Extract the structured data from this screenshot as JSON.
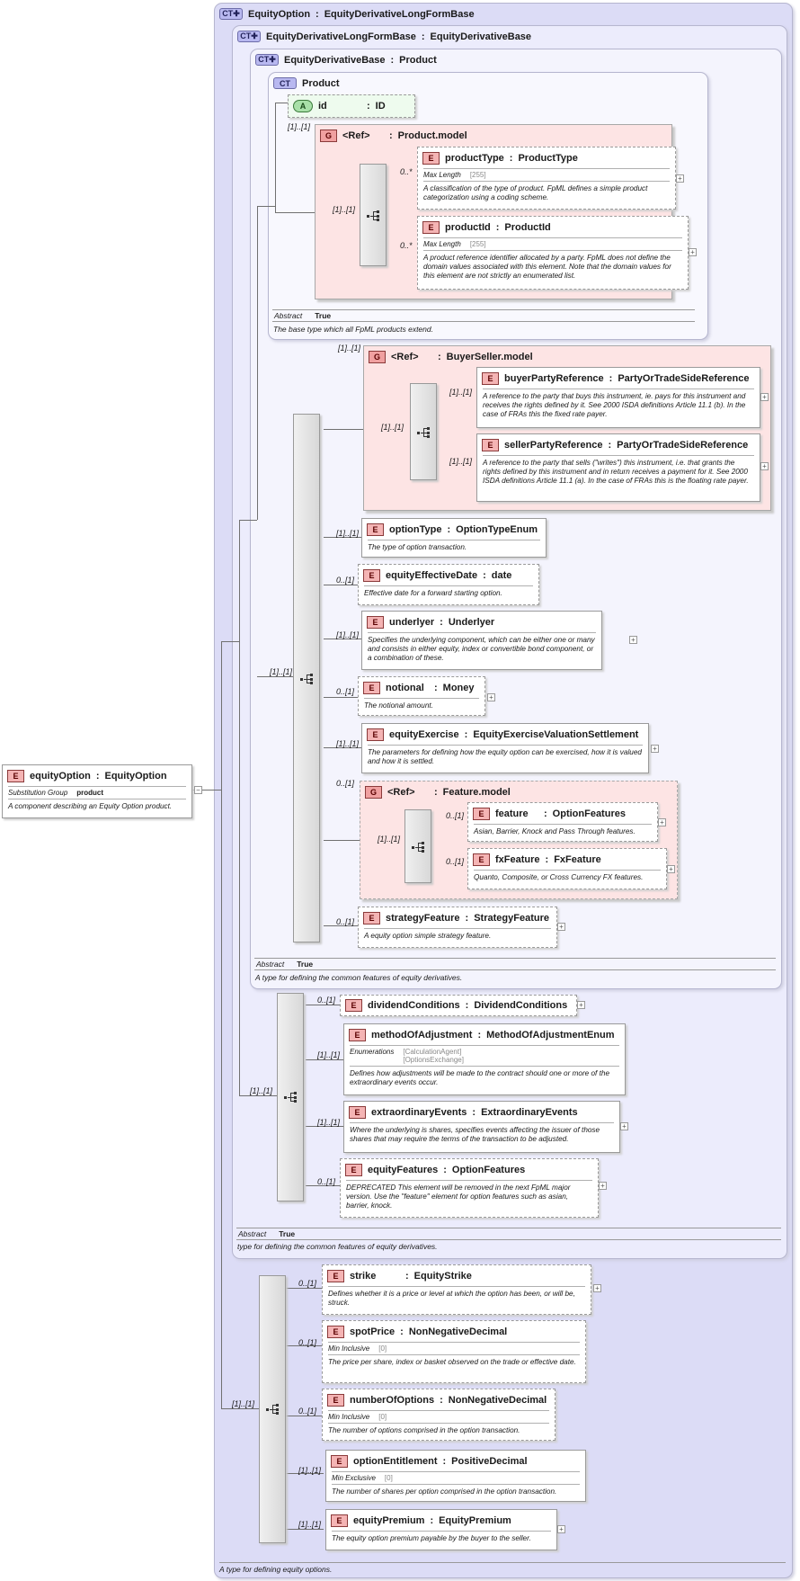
{
  "root": {
    "badge": "E",
    "name": "equityOption",
    "type": "EquityOption",
    "sg_label": "Substitution Group",
    "sg_value": "product",
    "doc": "A component describing an Equity Option product."
  },
  "ct_badge": "CT",
  "ct_badge_ext": "CT✚",
  "ct1": {
    "title": "EquityOption",
    "base": "EquityDerivativeLongFormBase",
    "doc": "A type for defining equity options."
  },
  "ct2": {
    "title": "EquityDerivativeLongFormBase",
    "base": "EquityDerivativeBase",
    "abstract_label": "Abstract",
    "abstract_value": "True",
    "doc": "type for defining the common features of equity derivatives."
  },
  "ct3": {
    "title": "EquityDerivativeBase",
    "base": "Product",
    "abstract_label": "Abstract",
    "abstract_value": "True",
    "doc": "A type for defining the common features of equity derivatives."
  },
  "ct4": {
    "title": "Product",
    "abstract_label": "Abstract",
    "abstract_value": "True",
    "doc": "The base type which all FpML products extend."
  },
  "attr_id": {
    "badge": "A",
    "name": "id",
    "type": "ID"
  },
  "e_badge": "E",
  "g_badge": "G",
  "colon": ":",
  "ref": "<Ref>",
  "c": {
    "one": "[1]..[1]",
    "zero_one": "0..[1]",
    "zero_many": "0..*",
    "zero_one_b": "0..[1]"
  },
  "product_model": {
    "name": "Product.model"
  },
  "productType": {
    "name": "productType",
    "type": "ProductType",
    "facet": "Max Length",
    "facet_val": "[255]",
    "doc": "A classification of the type of product. FpML defines a simple product categorization using a coding scheme."
  },
  "productId": {
    "name": "productId",
    "type": "ProductId",
    "facet": "Max Length",
    "facet_val": "[255]",
    "doc": "A product reference identifier allocated by a party. FpML does not define the domain values associated with this element. Note that the domain values for this element are not strictly an enumerated list."
  },
  "buyer_seller": {
    "name": "BuyerSeller.model"
  },
  "buyerPartyReference": {
    "name": "buyerPartyReference",
    "type": "PartyOrTradeSideReference",
    "doc": "A reference to the party that buys this instrument, ie. pays for this instrument and receives the rights defined by it. See 2000 ISDA definitions Article 11.1 (b). In the case of FRAs this the fixed rate payer."
  },
  "sellerPartyReference": {
    "name": "sellerPartyReference",
    "type": "PartyOrTradeSideReference",
    "doc": "A reference to the party that sells (\"writes\") this instrument, i.e. that grants the rights defined by this instrument and in return receives a payment for it. See 2000 ISDA definitions Article 11.1 (a). In the case of FRAs this is the floating rate payer."
  },
  "optionType": {
    "name": "optionType",
    "type": "OptionTypeEnum",
    "doc": "The type of option transaction."
  },
  "equityEffectiveDate": {
    "name": "equityEffectiveDate",
    "type": "date",
    "doc": "Effective date for a forward starting option."
  },
  "underlyer": {
    "name": "underlyer",
    "type": "Underlyer",
    "doc": "Specifies the underlying component, which can be either one or many and consists in either equity, index or convertible bond component, or a combination of these."
  },
  "notional": {
    "name": "notional",
    "type": "Money",
    "doc": "The notional amount."
  },
  "equityExercise": {
    "name": "equityExercise",
    "type": "EquityExerciseValuationSettlement",
    "doc": "The parameters for defining how the equity option can be exercised, how it is valued and how it is settled."
  },
  "feature_model": {
    "name": "Feature.model"
  },
  "feature": {
    "name": "feature",
    "type": "OptionFeatures",
    "doc": "Asian, Barrier, Knock and Pass Through features."
  },
  "fxFeature": {
    "name": "fxFeature",
    "type": "FxFeature",
    "doc": "Quanto, Composite, or Cross Currency FX features."
  },
  "strategyFeature": {
    "name": "strategyFeature",
    "type": "StrategyFeature",
    "doc": "A equity option simple strategy feature."
  },
  "dividendConditions": {
    "name": "dividendConditions",
    "type": "DividendConditions"
  },
  "methodOfAdjustment": {
    "name": "methodOfAdjustment",
    "type": "MethodOfAdjustmentEnum",
    "facet": "Enumerations",
    "facet_val1": "[CalculationAgent]",
    "facet_val2": "[OptionsExchange]",
    "doc": "Defines how adjustments will be made to the contract should one or more of the extraordinary events occur."
  },
  "extraordinaryEvents": {
    "name": "extraordinaryEvents",
    "type": "ExtraordinaryEvents",
    "doc": "Where the underlying is shares, specifies events affecting the issuer of those shares that may require the terms of the transaction to be adjusted."
  },
  "equityFeatures": {
    "name": "equityFeatures",
    "type": "OptionFeatures",
    "doc": "DEPRECATED This element will be removed in the next FpML major version. Use the \"feature\" element for option features such as asian, barrier, knock."
  },
  "strike": {
    "name": "strike",
    "type": "EquityStrike",
    "doc": "Defines whether it is a price or level at which the option has been, or will be, struck."
  },
  "spotPrice": {
    "name": "spotPrice",
    "type": "NonNegativeDecimal",
    "facet": "Min Inclusive",
    "facet_val": "[0]",
    "doc": "The price per share, index or basket observed on the trade or effective date."
  },
  "numberOfOptions": {
    "name": "numberOfOptions",
    "type": "NonNegativeDecimal",
    "facet": "Min Inclusive",
    "facet_val": "[0]",
    "doc": "The number of options comprised in the option transaction."
  },
  "optionEntitlement": {
    "name": "optionEntitlement",
    "type": "PositiveDecimal",
    "facet": "Min Exclusive",
    "facet_val": "[0]",
    "doc": "The number of shares per option comprised in the option transaction."
  },
  "equityPremium": {
    "name": "equityPremium",
    "type": "EquityPremium",
    "doc": "The equity option premium payable by the buyer to the seller."
  },
  "plus": "+",
  "minus": "−"
}
